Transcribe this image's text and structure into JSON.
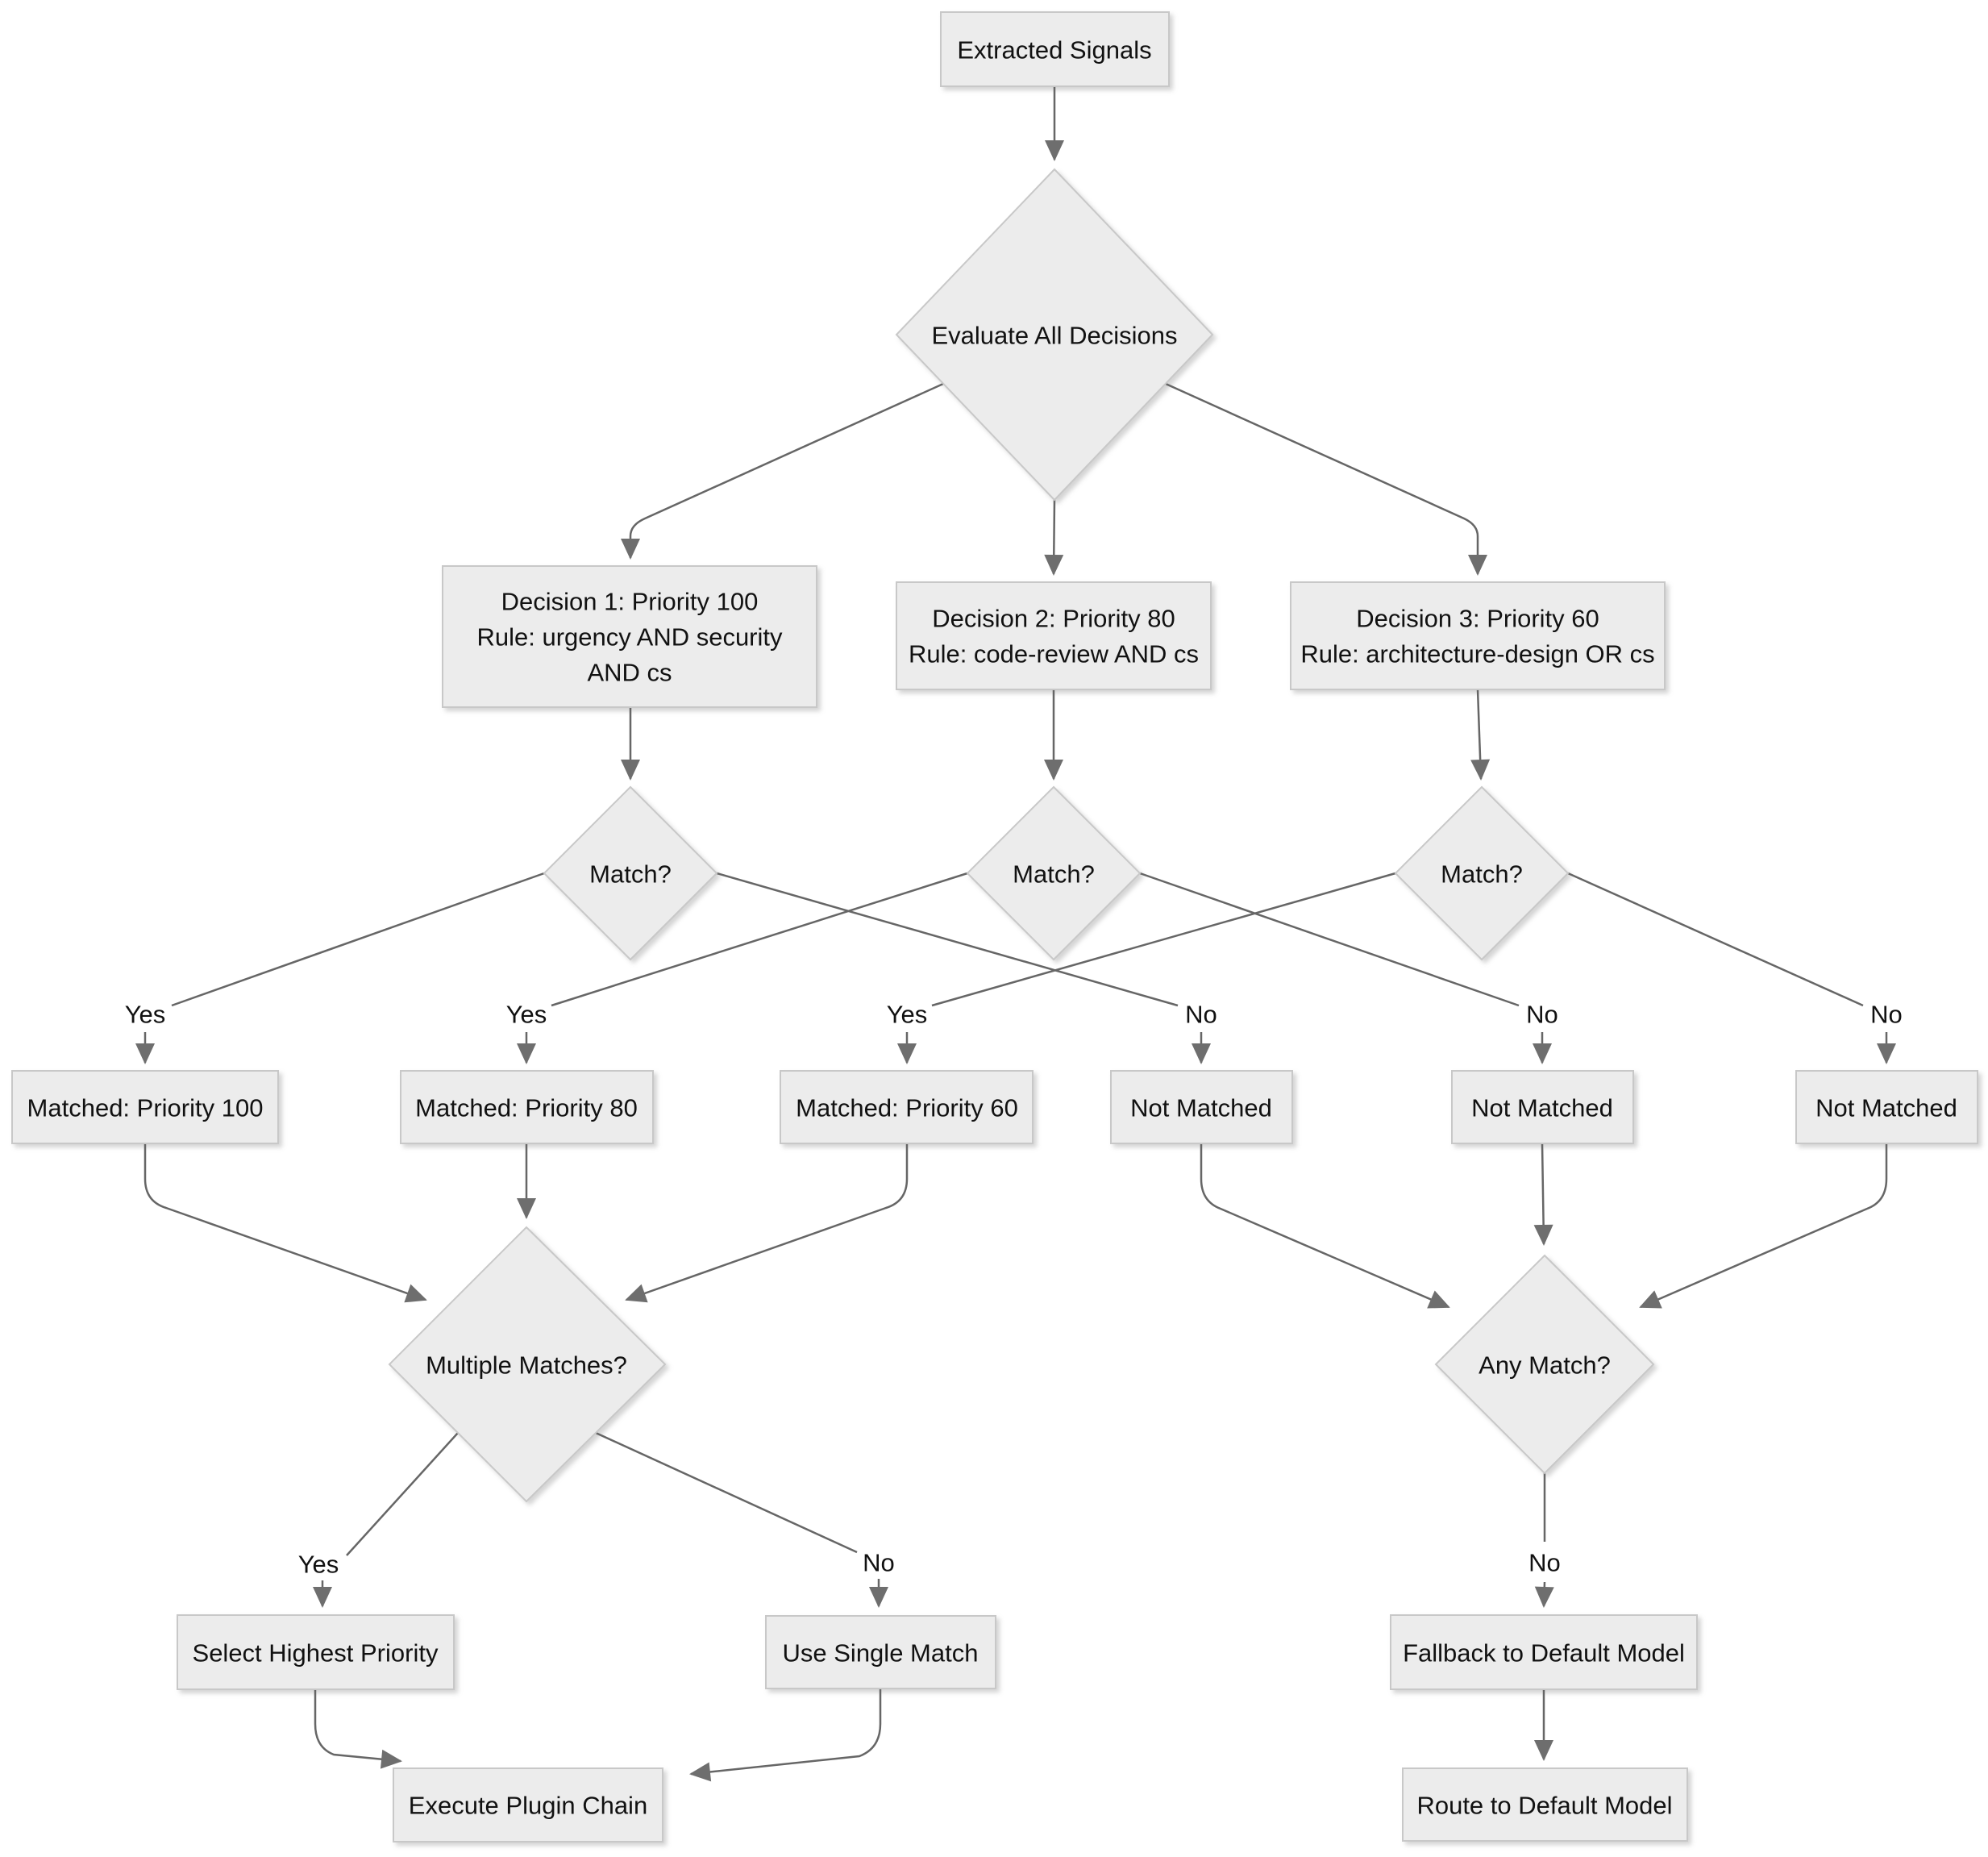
{
  "diagram": {
    "type": "flowchart",
    "colors": {
      "background": "#ffffff",
      "node_fill": "#ececec",
      "node_stroke": "#c8c8c8",
      "edge": "#666666",
      "arrowhead": "#6e6e6e",
      "text": "#111111"
    },
    "nodes": {
      "extracted_signals": {
        "label": "Extracted Signals"
      },
      "evaluate_all": {
        "label": "Evaluate All Decisions"
      },
      "decision1": {
        "lines": [
          "Decision 1: Priority 100",
          "Rule: urgency AND security",
          "AND cs"
        ]
      },
      "decision2": {
        "lines": [
          "Decision 2: Priority 80",
          "Rule: code-review AND cs"
        ]
      },
      "decision3": {
        "lines": [
          "Decision 3: Priority 60",
          "Rule: architecture-design OR cs"
        ]
      },
      "match1": {
        "label": "Match?"
      },
      "match2": {
        "label": "Match?"
      },
      "match3": {
        "label": "Match?"
      },
      "matched1": {
        "label": "Matched: Priority 100"
      },
      "matched2": {
        "label": "Matched: Priority 80"
      },
      "matched3": {
        "label": "Matched: Priority 60"
      },
      "not_matched1": {
        "label": "Not Matched"
      },
      "not_matched2": {
        "label": "Not Matched"
      },
      "not_matched3": {
        "label": "Not Matched"
      },
      "multiple_matches": {
        "label": "Multiple Matches?"
      },
      "any_match": {
        "label": "Any Match?"
      },
      "select_highest": {
        "label": "Select Highest Priority"
      },
      "use_single": {
        "label": "Use Single Match"
      },
      "execute_chain": {
        "label": "Execute Plugin Chain"
      },
      "fallback": {
        "label": "Fallback to Default Model"
      },
      "route_default": {
        "label": "Route to Default Model"
      }
    },
    "edge_labels": {
      "match1_yes": "Yes",
      "match2_yes": "Yes",
      "match3_yes": "Yes",
      "match1_no": "No",
      "match2_no": "No",
      "match3_no": "No",
      "multiple_yes": "Yes",
      "multiple_no": "No",
      "any_no": "No"
    }
  }
}
